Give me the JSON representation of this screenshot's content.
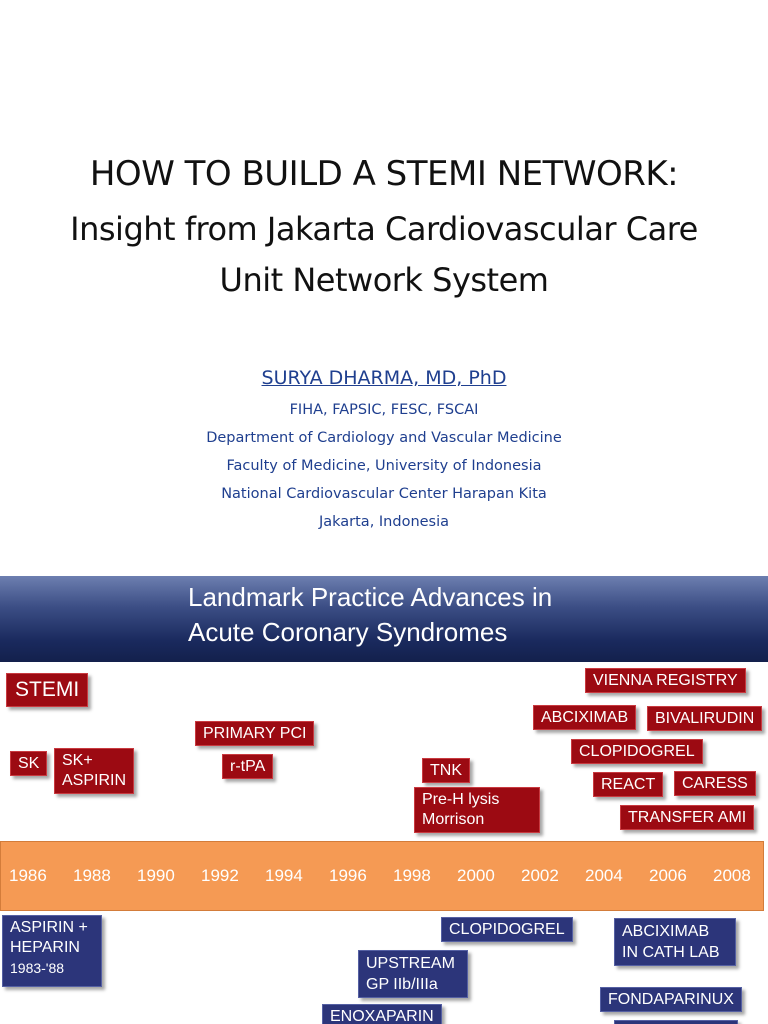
{
  "slide1": {
    "title_line1": "HOW TO BUILD A STEMI NETWORK:",
    "title_line2": "Insight from Jakarta Cardiovascular Care",
    "title_line3": "Unit Network System",
    "author": "SURYA DHARMA, MD, PhD",
    "credentials": "FIHA, FAPSIC, FESC, FSCAI",
    "department": "Department of Cardiology and Vascular Medicine",
    "faculty": "Faculty of Medicine, University of Indonesia",
    "center": "National Cardiovascular Center Harapan Kita",
    "location": "Jakarta, Indonesia"
  },
  "slide2": {
    "header_line1": "Landmark Practice Advances in",
    "header_line2": "Acute Coronary Syndromes",
    "stemi_label": "STEMI",
    "stemi_advances": {
      "sk": "SK",
      "sk_aspirin_1": "SK+",
      "sk_aspirin_2": "ASPIRIN",
      "primary_pci": "PRIMARY PCI",
      "rtpa": "r-tPA",
      "tnk": "TNK",
      "prehlysis_1": "Pre-H lysis",
      "prehlysis_2": "Morrison",
      "vienna": "VIENNA REGISTRY",
      "abciximab": "ABCIXIMAB",
      "bivalirudin": "BIVALIRUDIN",
      "clopidogrel": "CLOPIDOGREL",
      "react": "REACT",
      "caress": "CARESS",
      "transfer_ami": "TRANSFER AMI"
    },
    "years": [
      "1986",
      "1988",
      "1990",
      "1992",
      "1994",
      "1996",
      "1998",
      "2000",
      "2002",
      "2004",
      "2006",
      "2008"
    ],
    "acs_advances": {
      "aspirin_heparin_1": "ASPIRIN +",
      "aspirin_heparin_2": "HEPARIN",
      "aspirin_heparin_3": "1983-'88",
      "clopidogrel": "CLOPIDOGREL",
      "abciximab_cath_1": "ABCIXIMAB",
      "abciximab_cath_2": "IN CATH LAB",
      "upstream_1": "UPSTREAM",
      "upstream_2": "GP IIb/IIIa",
      "fondaparinux": "FONDAPARINUX",
      "enoxaparin": "ENOXAPARIN"
    },
    "colors": {
      "stemi_box": "#9c0a12",
      "acs_box": "#2c357a",
      "timeline": "#f59a54",
      "header_dark": "#13204c"
    }
  }
}
